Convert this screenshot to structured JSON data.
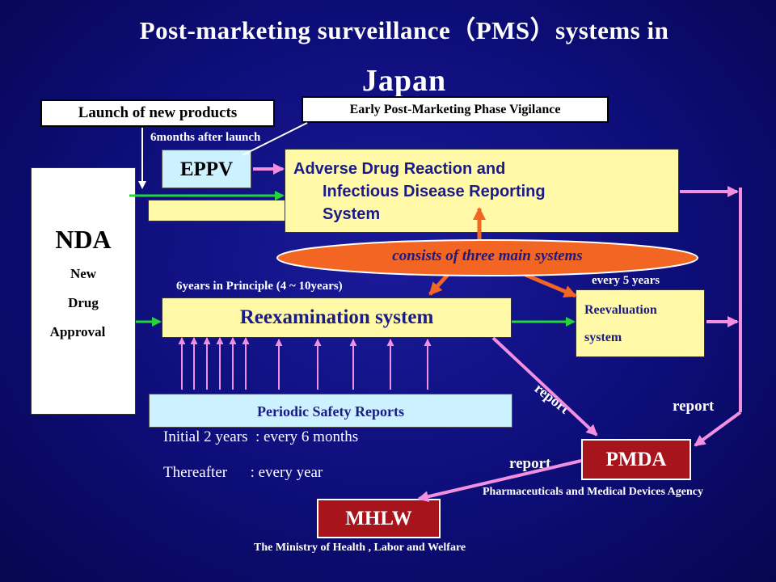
{
  "title": {
    "line1": "Post-marketing surveillance（PMS）systems in",
    "line2": "Japan"
  },
  "launch": "Launch of new products",
  "eppv_full": "Early Post-Marketing Phase Vigilance",
  "six_months": "6months after launch",
  "eppv": "EPPV",
  "nda": {
    "title": "NDA",
    "line1": "New",
    "line2": "Drug",
    "line3": "Approval"
  },
  "adr": {
    "line1": "Adverse Drug Reaction and",
    "line2": "Infectious Disease Reporting",
    "line3": "System"
  },
  "consists": "consists of three main systems",
  "six_years": "6years in Principle (4 ~ 10years)",
  "every_five": "every  5 years",
  "reexam": "Reexamination  system",
  "reeval": {
    "line1": "Reevaluation",
    "line2": "system"
  },
  "psr": "Periodic Safety Reports",
  "initial": "Initial 2 years  : every 6 months",
  "thereafter": "Thereafter      : every year",
  "report_diag": "report",
  "report_right": "report",
  "report_left": "report",
  "pmda": "PMDA",
  "pmda_full": "Pharmaceuticals and Medical Devices Agency",
  "mhlw": "MHLW",
  "mhlw_full": "The Ministry of Health , Labor and Welfare",
  "colors": {
    "background": "#0d0d78",
    "yellow_box": "#fff9a8",
    "cyan_box": "#ccf2ff",
    "orange": "#f26522",
    "dark_red": "#a8141c",
    "pink_arrow": "#f28fe0",
    "green_arrow": "#22d63a"
  }
}
